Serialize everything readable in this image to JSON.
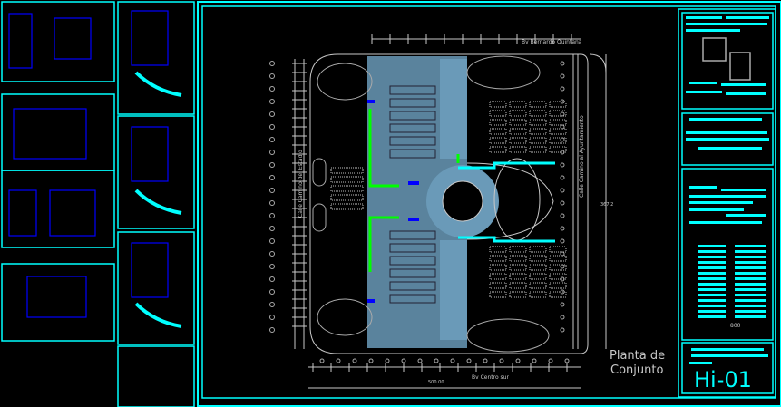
{
  "drawing": {
    "street_top": "Bv Bernardo Quintana",
    "street_bottom": "Bv Centro sur",
    "street_left": "Calle Camino del Estadio",
    "street_right": "Calle Camino al Ayuntamiento",
    "dim_vertical": "367.2",
    "dim_horizontal": "500.00",
    "scale_value": "800",
    "title_line1": "Planta de",
    "title_line2": "Conjunto",
    "sheet_number": "Hi-01"
  },
  "colors": {
    "cyan": "#00ffff",
    "blue": "#0000ff",
    "green": "#00ff00",
    "gray": "#8c8c8c",
    "steel": "#6a9ab8"
  }
}
